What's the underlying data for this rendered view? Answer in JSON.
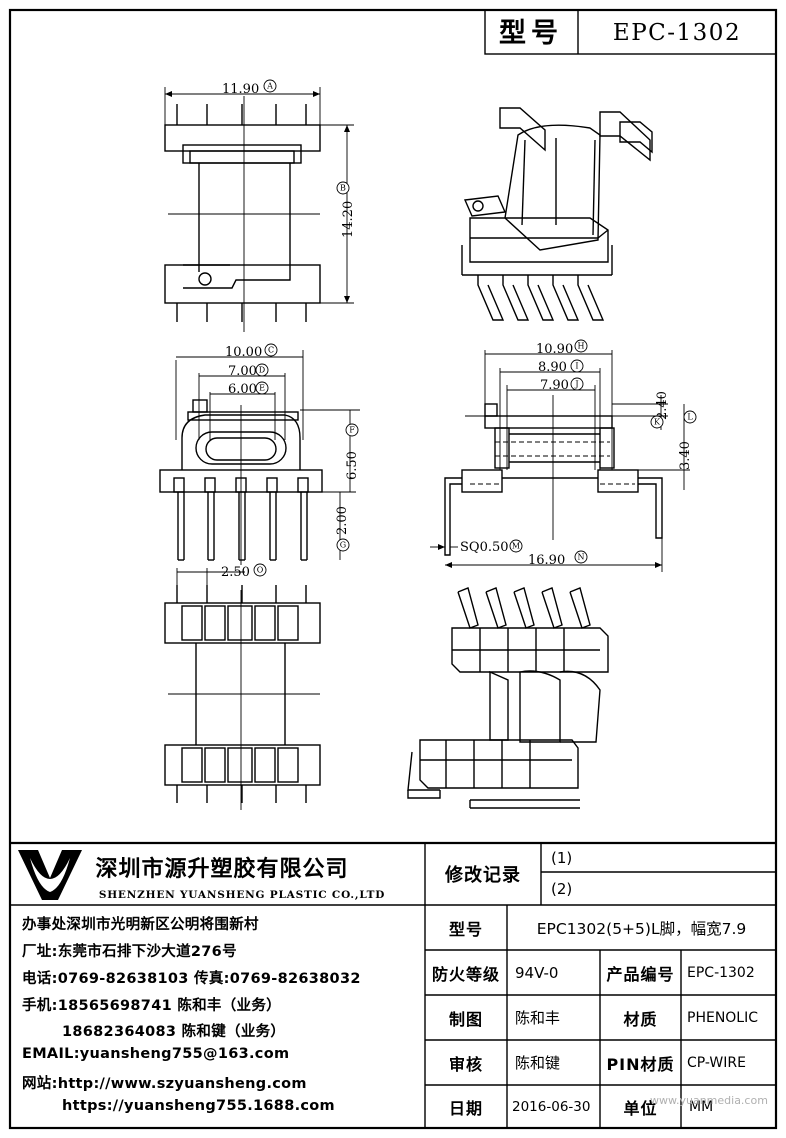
{
  "header": {
    "model_label": "型号",
    "model_value": "EPC-1302"
  },
  "dimensions": {
    "A": "11.90",
    "B": "14.20",
    "C": "10.00",
    "D": "7.00",
    "E": "6.00",
    "F": "6.50",
    "G": "2.00",
    "H": "10.90",
    "I": "8.90",
    "J": "7.90",
    "K": "2.40",
    "L": "3.40",
    "M": "SQ0.50",
    "N": "16.90",
    "O": "2.50"
  },
  "markers": {
    "A": "A",
    "B": "B",
    "C": "C",
    "D": "D",
    "E": "E",
    "F": "F",
    "G": "G",
    "H": "H",
    "I": "I",
    "J": "J",
    "K": "K",
    "L": "L",
    "M": "M",
    "N": "N",
    "O": "O"
  },
  "company": {
    "name_cn": "深圳市源升塑胶有限公司",
    "name_en": "SHENZHEN YUANSHENG PLASTIC CO.,LTD",
    "office": "办事处深圳市光明新区公明将围新村",
    "factory": "厂址:东莞市石排下沙大道276号",
    "phone": "电话:0769-82638103 传真:0769-82638032",
    "mobile1": "手机:18565698741 陈和丰（业务）",
    "mobile2": "18682364083 陈和键（业务）",
    "email": "EMAIL:yuansheng755@163.com",
    "web1": "网站:http://www.szyuansheng.com",
    "web2": "https://yuansheng755.1688.com"
  },
  "revision": {
    "label": "修改记录",
    "r1": "(1)",
    "r2": "(2)"
  },
  "spec": {
    "model_label": "型号",
    "model_value": "EPC1302(5+5)L脚，幅宽7.9",
    "fire_label": "防火等级",
    "fire_value": "94V-0",
    "product_no_label": "产品编号",
    "product_no_value": "EPC-1302",
    "drawn_label": "制图",
    "drawn_value": "陈和丰",
    "material_label": "材质",
    "material_value": "PHENOLIC",
    "review_label": "审核",
    "review_value": "陈和键",
    "pin_label": "PIN材质",
    "pin_value": "CP-WIRE",
    "date_label": "日期",
    "date_value": "2016-06-30",
    "unit_label": "单位",
    "unit_value": "MM"
  },
  "watermark": "www.yuanmedia.com"
}
